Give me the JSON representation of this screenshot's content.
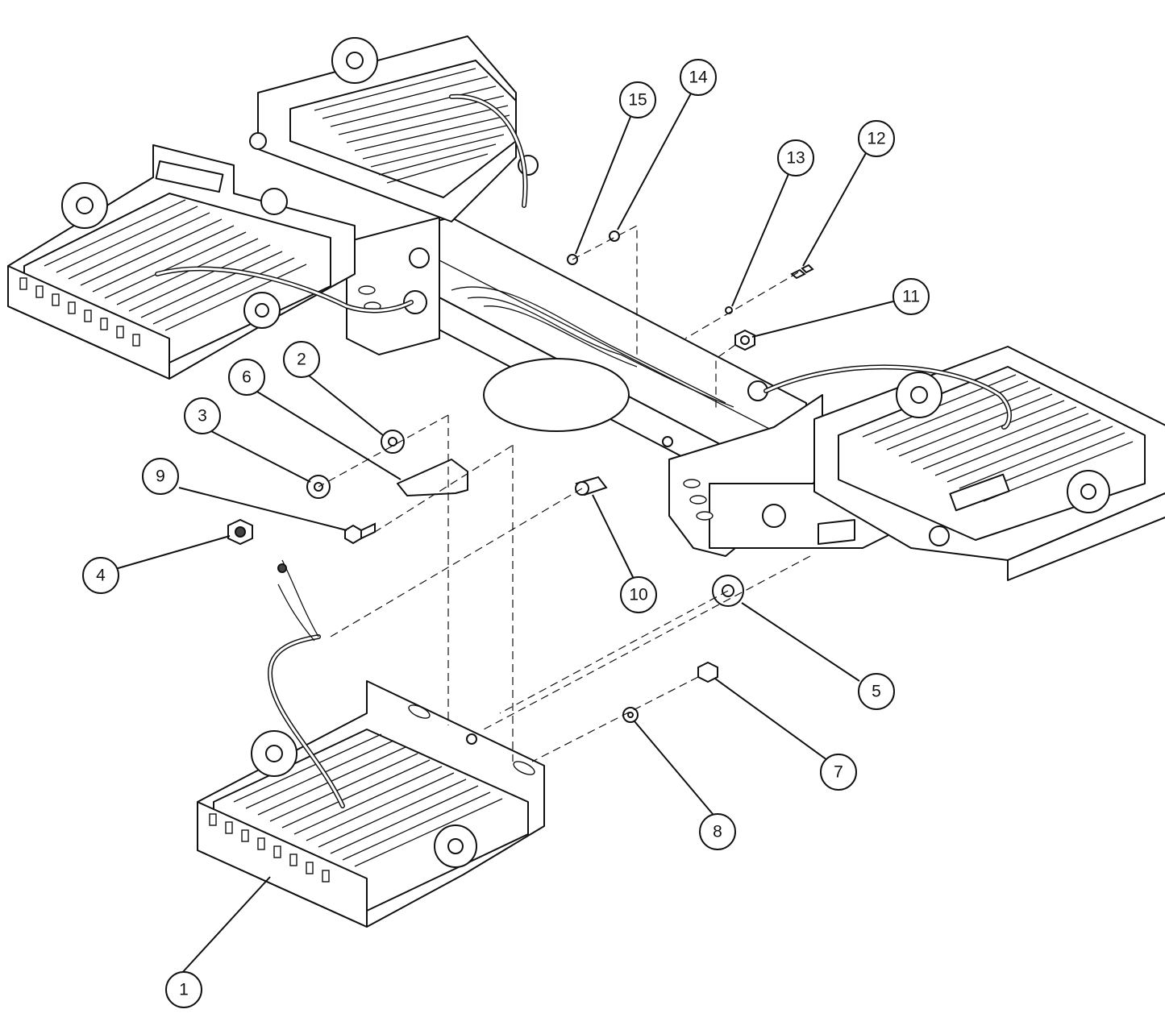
{
  "diagram": {
    "callouts": [
      {
        "id": "c1",
        "label": "1"
      },
      {
        "id": "c2",
        "label": "2"
      },
      {
        "id": "c3",
        "label": "3"
      },
      {
        "id": "c4",
        "label": "4"
      },
      {
        "id": "c5",
        "label": "5"
      },
      {
        "id": "c6",
        "label": "6"
      },
      {
        "id": "c7",
        "label": "7"
      },
      {
        "id": "c8",
        "label": "8"
      },
      {
        "id": "c9",
        "label": "9"
      },
      {
        "id": "c10",
        "label": "10"
      },
      {
        "id": "c11",
        "label": "11"
      },
      {
        "id": "c12",
        "label": "12"
      },
      {
        "id": "c13",
        "label": "13"
      },
      {
        "id": "c14",
        "label": "14"
      },
      {
        "id": "c15",
        "label": "15"
      }
    ],
    "colors": {
      "line": "#111111",
      "background": "#ffffff"
    }
  }
}
